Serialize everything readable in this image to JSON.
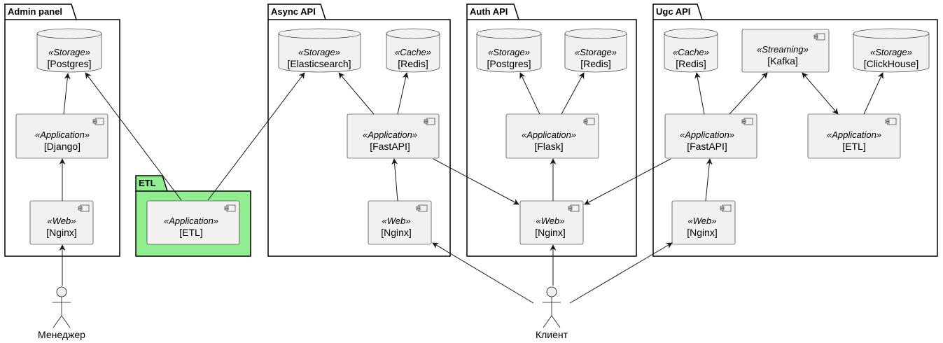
{
  "packages": {
    "admin": {
      "title": "Admin panel"
    },
    "etl": {
      "title": "ETL",
      "fill": "#90ee90"
    },
    "async": {
      "title": "Async API"
    },
    "auth": {
      "title": "Auth API"
    },
    "ugc": {
      "title": "Ugc API"
    }
  },
  "nodes": {
    "admin_postgres": {
      "stereotype": "«Storage»",
      "label": "[Postgres]"
    },
    "admin_django": {
      "stereotype": "«Application»",
      "label": "[Django]"
    },
    "admin_nginx": {
      "stereotype": "«Web»",
      "label": "[Nginx]"
    },
    "etl_app": {
      "stereotype": "«Application»",
      "label": "[ETL]"
    },
    "async_es": {
      "stereotype": "«Storage»",
      "label": "[Elasticsearch]"
    },
    "async_redis": {
      "stereotype": "«Cache»",
      "label": "[Redis]"
    },
    "async_fastapi": {
      "stereotype": "«Application»",
      "label": "[FastAPI]"
    },
    "async_nginx": {
      "stereotype": "«Web»",
      "label": "[Nginx]"
    },
    "auth_postgres": {
      "stereotype": "«Storage»",
      "label": "[Postgres]"
    },
    "auth_redis": {
      "stereotype": "«Storage»",
      "label": "[Redis]"
    },
    "auth_flask": {
      "stereotype": "«Application»",
      "label": "[Flask]"
    },
    "auth_nginx": {
      "stereotype": "«Web»",
      "label": "[Nginx]"
    },
    "ugc_redis": {
      "stereotype": "«Cache»",
      "label": "[Redis]"
    },
    "ugc_kafka": {
      "stereotype": "«Streaming»",
      "label": "[Kafka]"
    },
    "ugc_clickhouse": {
      "stereotype": "«Storage»",
      "label": "[ClickHouse]"
    },
    "ugc_fastapi": {
      "stereotype": "«Application»",
      "label": "[FastAPI]"
    },
    "ugc_etl": {
      "stereotype": "«Application»",
      "label": "[ETL]"
    },
    "ugc_nginx": {
      "stereotype": "«Web»",
      "label": "[Nginx]"
    }
  },
  "actors": {
    "manager": {
      "label": "Менеджер"
    },
    "client": {
      "label": "Клиент"
    }
  }
}
